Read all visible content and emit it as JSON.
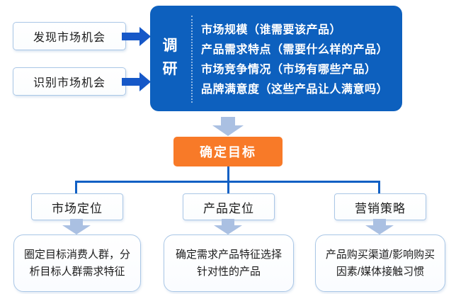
{
  "diagram": {
    "sources": [
      {
        "label": "发现市场机会"
      },
      {
        "label": "识别市场机会"
      }
    ],
    "research": {
      "title": "调研",
      "items": [
        "市场规模（谁需要该产品）",
        "产品需求特点（需要什么样的产品）",
        "市场竞争情况（市场有哪些产品）",
        "品牌满意度（这些产品让人满意吗）"
      ]
    },
    "goal": {
      "label": "确定目标"
    },
    "branches": [
      {
        "label": "市场定位",
        "detail": "圈定目标消费人群，分\n析目标人群需求特征"
      },
      {
        "label": "产品定位",
        "detail": "确定需求产品特征选择\n针对性的产品"
      },
      {
        "label": "营销策略",
        "detail": "产品购买渠道/影响购买\n因素/媒体接触习惯"
      }
    ],
    "colors": {
      "panel_blue": "#0d60be",
      "arrow_blue": "#1658c8",
      "connector_blue": "#1160c4",
      "accent_orange": "#f87a28",
      "soft_arrow_blue": "#aac0e2",
      "box_border_blue": "#aac7e6"
    }
  }
}
